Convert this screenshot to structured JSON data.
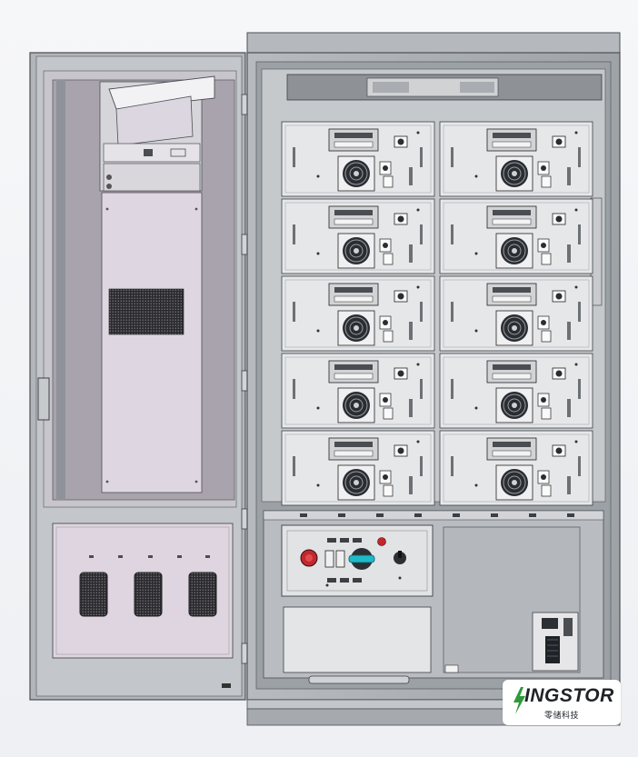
{
  "brand": {
    "name_rest": "INGSTOR",
    "name_cn": "零储科技",
    "accent": "#2e9a3a"
  },
  "colors": {
    "frame": "#a7acb0",
    "frame_dark": "#6c7176",
    "door_panel": "#ddd5df",
    "module": "#e6e7e9",
    "switch_handle": "#1fb9c8",
    "stop_button": "#c0282d"
  },
  "modules": {
    "rows": 5,
    "columns": 2
  },
  "vents": {
    "lower_door_count": 3
  }
}
